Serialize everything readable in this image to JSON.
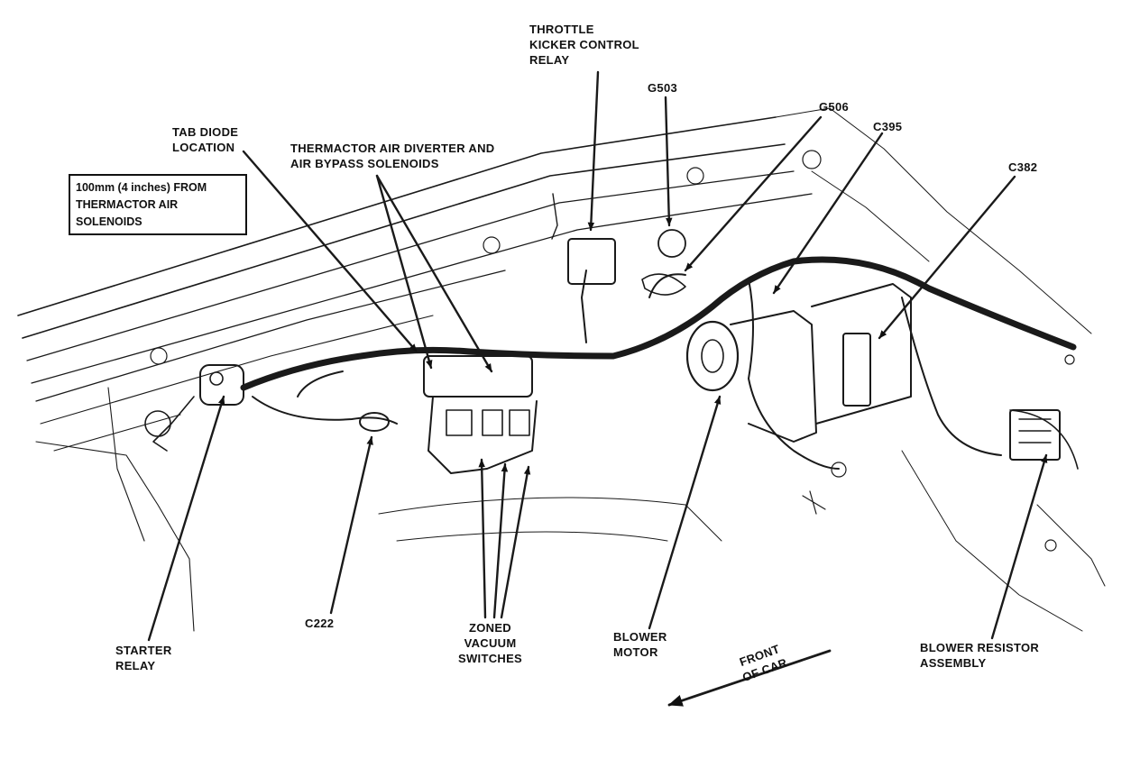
{
  "note": {
    "lines": [
      "100mm (4 inches) FROM",
      "THERMACTOR AIR",
      "SOLENOIDS"
    ]
  },
  "labels": {
    "throttle_kicker": [
      "THROTTLE",
      "KICKER CONTROL",
      "RELAY"
    ],
    "g503": "G503",
    "g506": "G506",
    "c395": "C395",
    "c382": "C382",
    "tab_diode": [
      "TAB DIODE",
      "LOCATION"
    ],
    "thermactor": [
      "THERMACTOR AIR DIVERTER AND",
      "AIR BYPASS SOLENOIDS"
    ],
    "starter_relay": [
      "STARTER",
      "RELAY"
    ],
    "c222": "C222",
    "zoned_vacuum": [
      "ZONED",
      "VACUUM",
      "SWITCHES"
    ],
    "blower_motor": [
      "BLOWER",
      "MOTOR"
    ],
    "blower_resistor": [
      "BLOWER RESISTOR",
      "ASSEMBLY"
    ],
    "front_of_car": [
      "FRONT",
      "OF CAR"
    ]
  }
}
